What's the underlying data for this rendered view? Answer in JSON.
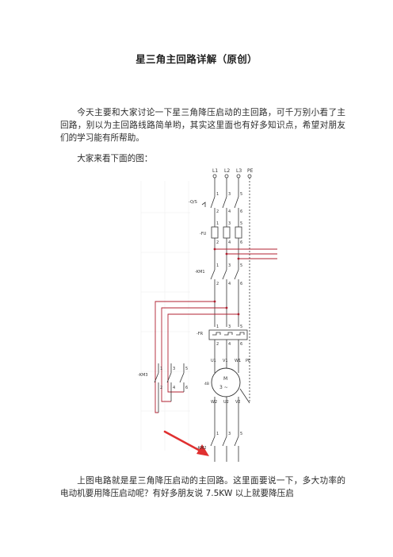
{
  "document": {
    "title": "星三角主回路详解（原创）",
    "paragraphs": [
      "今天主要和大家讨论一下星三角降压启动的主回路，可千万别小看了主回路，别以为主回路线路简单哟，其实这里面也有好多知识点，希望对朋友们的学习能有所帮助。",
      "大家来看下面的图：",
      "上图电路就是星三角降压启动的主回路。这里面要说一下，多大功率的电动机要用降压启动呢？有好多朋友说 7.5KW 以上就要降压启"
    ]
  },
  "diagram": {
    "terminals": [
      "L1",
      "L2",
      "L3",
      "PE"
    ],
    "labels": {
      "qs": "-Q/S",
      "fu": "-FU",
      "km1": "-KM1",
      "fr": "-FR",
      "km3": "-KM3",
      "km2": "-KM2",
      "motor": "M",
      "motor_phase": "3 ~",
      "motor_tag": "4B",
      "u1": "U1",
      "v1": "V1",
      "w1": "W1",
      "pe": "PE",
      "w2": "W2",
      "u2": "U2",
      "v2": "V2"
    },
    "contact_numbers_top": [
      "1",
      "3",
      "5"
    ],
    "contact_numbers_bottom": [
      "2",
      "4",
      "6"
    ]
  },
  "colors": {
    "wire_red": "#b02030",
    "wire_black": "#333333",
    "arrow": "#e03030",
    "grid": "#e8e8e8"
  }
}
